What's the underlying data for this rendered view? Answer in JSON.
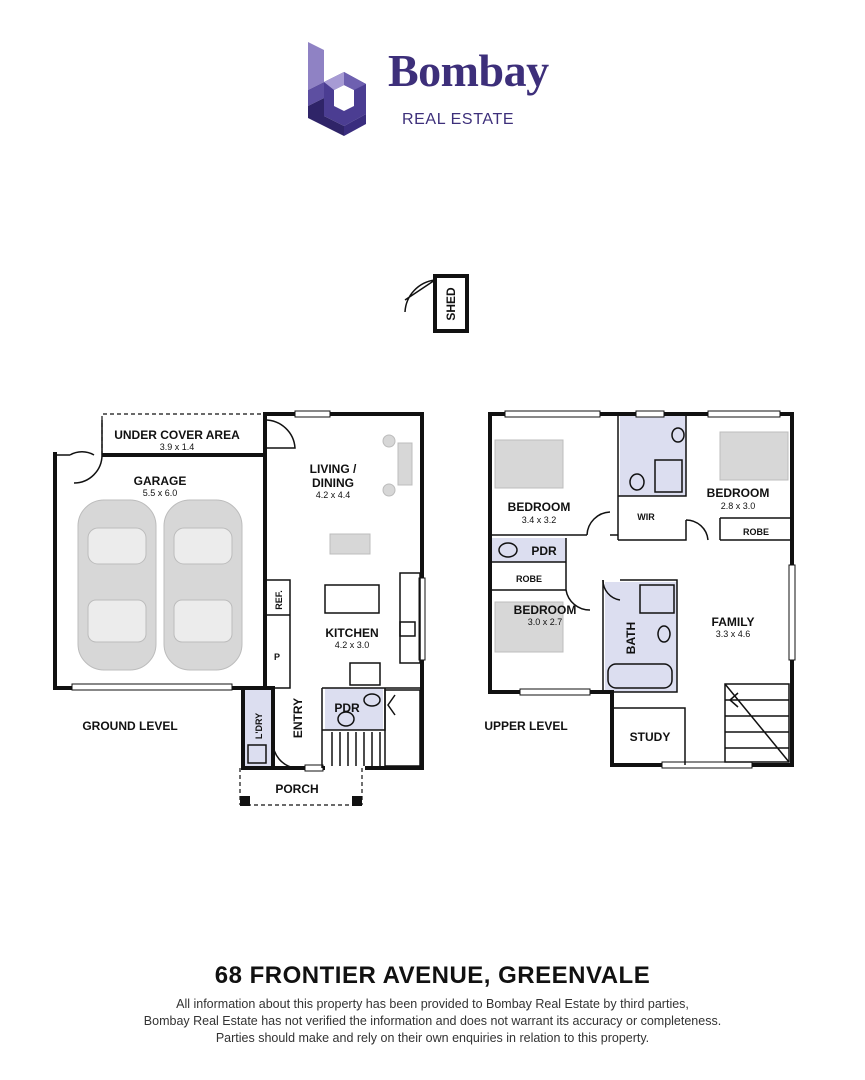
{
  "brand": {
    "name": "Bombay",
    "sub": "REAL ESTATE",
    "colors": {
      "primary": "#3d2f7a",
      "light": "#8f82c4"
    },
    "icon": "b-cube-logo-icon"
  },
  "plan": {
    "ground_level": {
      "title": "GROUND LEVEL",
      "rooms": {
        "under_cover": {
          "name": "UNDER COVER AREA",
          "dims": "3.9 x 1.4"
        },
        "garage": {
          "name": "GARAGE",
          "dims": "5.5 x 6.0"
        },
        "living": {
          "name_line1": "LIVING /",
          "name_line2": "DINING",
          "dims": "4.2 x 4.4"
        },
        "kitchen": {
          "name": "KITCHEN",
          "dims": "4.2 x 3.0"
        },
        "ref": {
          "name": "REF."
        },
        "pantry": {
          "name": "P"
        },
        "laundry": {
          "name": "L'DRY"
        },
        "entry": {
          "name": "ENTRY"
        },
        "pdr": {
          "name": "PDR"
        },
        "porch": {
          "name": "PORCH"
        },
        "shed": {
          "name": "SHED"
        }
      }
    },
    "upper_level": {
      "title": "UPPER LEVEL",
      "rooms": {
        "bedroom1": {
          "name": "BEDROOM",
          "dims": "3.4 x 3.2"
        },
        "bedroom2": {
          "name": "BEDROOM",
          "dims": "2.8 x 3.0"
        },
        "bedroom3": {
          "name": "BEDROOM",
          "dims": "3.0 x 2.7"
        },
        "wir": {
          "name": "WIR"
        },
        "robe1": {
          "name": "ROBE"
        },
        "robe2": {
          "name": "ROBE"
        },
        "pdr": {
          "name": "PDR"
        },
        "bath": {
          "name": "BATH"
        },
        "family": {
          "name": "FAMILY",
          "dims": "3.3 x 4.6"
        },
        "study": {
          "name": "STUDY"
        }
      }
    },
    "colors": {
      "walls": "#111111",
      "wet_area": "#dcdef0",
      "furniture": "#d7d7d7"
    }
  },
  "address": "68 FRONTIER AVENUE, GREENVALE",
  "disclaimer": {
    "line1": "All information about this property has been provided to Bombay Real Estate by third parties,",
    "line2": "Bombay Real Estate has not verified the information and does not warrant its accuracy or completeness.",
    "line3": "Parties should make and rely on their own enquiries in relation to this property."
  }
}
